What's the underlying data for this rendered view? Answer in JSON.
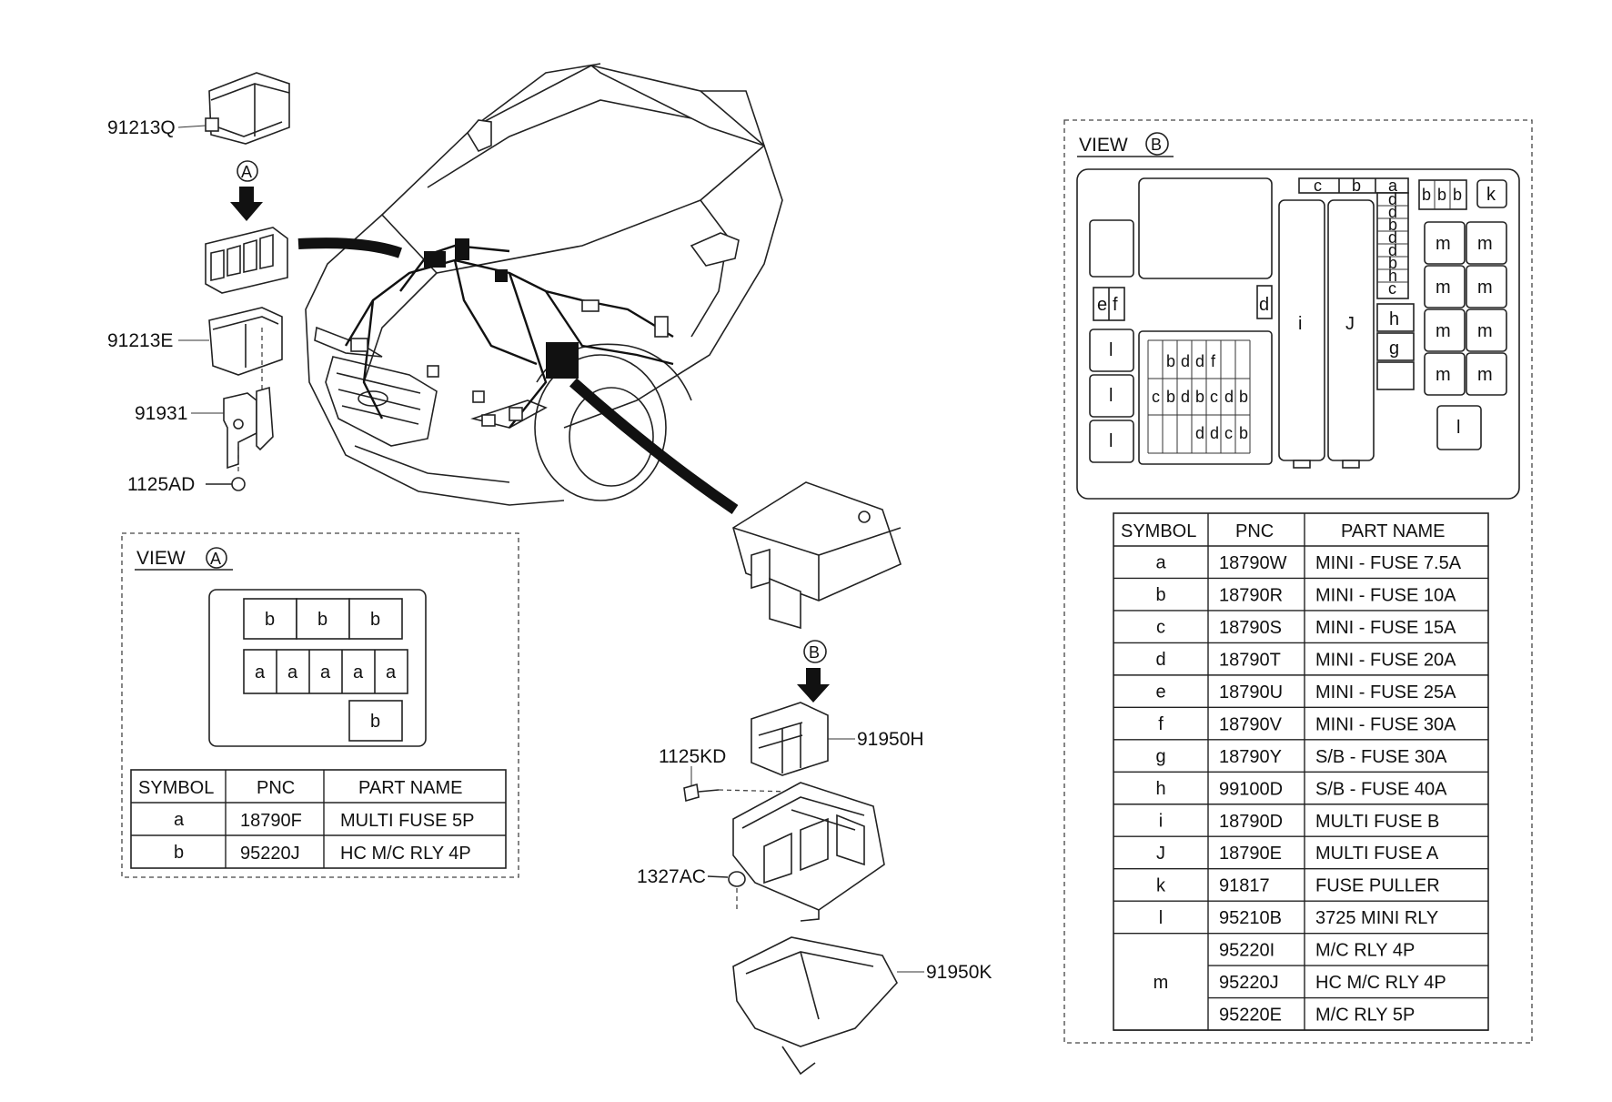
{
  "callouts": {
    "p91213Q": "91213Q",
    "p91213E": "91213E",
    "p91931": "91931",
    "p1125AD": "1125AD",
    "p91950H": "91950H",
    "p1125KD": "1125KD",
    "p1327AC": "1327AC",
    "p91950K": "91950K",
    "markerA": "A",
    "markerB": "B"
  },
  "viewA": {
    "title": "VIEW",
    "marker": "A",
    "layout": {
      "top_row": [
        "b",
        "b",
        "b"
      ],
      "mid_row": [
        "a",
        "a",
        "a",
        "a",
        "a"
      ],
      "bottom_row": [
        "b"
      ]
    },
    "table": {
      "headers": [
        "SYMBOL",
        "PNC",
        "PART NAME"
      ],
      "rows": [
        [
          "a",
          "18790F",
          "MULTI FUSE 5P"
        ],
        [
          "b",
          "95220J",
          "HC M/C RLY 4P"
        ]
      ]
    }
  },
  "viewB": {
    "title": "VIEW",
    "marker": "B",
    "layout": {
      "top_strip": [
        "c",
        "b",
        "a"
      ],
      "right_column": [
        "d",
        "d",
        "b",
        "d",
        "d",
        "b",
        "h",
        "c"
      ],
      "ef": [
        "e",
        "f"
      ],
      "d_small": "d",
      "left_l": [
        "l",
        "l",
        "l"
      ],
      "big_i": "i",
      "big_j": "J",
      "hg": [
        "h",
        "g"
      ],
      "top_right": [
        "b",
        "b",
        "b"
      ],
      "k": "k",
      "m_grid": [
        "m",
        "m",
        "m",
        "m",
        "m",
        "m",
        "m",
        "m"
      ],
      "l_bottom": "l",
      "grid_row1": [
        "b",
        "d",
        "d",
        "f"
      ],
      "grid_row2": [
        "c",
        "b",
        "d",
        "b",
        "c",
        "d",
        "b"
      ],
      "grid_row3": [
        "d",
        "d",
        "c",
        "b"
      ]
    },
    "table": {
      "headers": [
        "SYMBOL",
        "PNC",
        "PART NAME"
      ],
      "rows": [
        {
          "symbol": "a",
          "pnc": "18790W",
          "name": "MINI - FUSE 7.5A"
        },
        {
          "symbol": "b",
          "pnc": "18790R",
          "name": "MINI - FUSE 10A"
        },
        {
          "symbol": "c",
          "pnc": "18790S",
          "name": "MINI - FUSE 15A"
        },
        {
          "symbol": "d",
          "pnc": "18790T",
          "name": "MINI - FUSE 20A"
        },
        {
          "symbol": "e",
          "pnc": "18790U",
          "name": "MINI - FUSE 25A"
        },
        {
          "symbol": "f",
          "pnc": "18790V",
          "name": "MINI - FUSE 30A"
        },
        {
          "symbol": "g",
          "pnc": "18790Y",
          "name": "S/B - FUSE 30A"
        },
        {
          "symbol": "h",
          "pnc": "99100D",
          "name": "S/B - FUSE 40A"
        },
        {
          "symbol": "i",
          "pnc": "18790D",
          "name": "MULTI FUSE B"
        },
        {
          "symbol": "J",
          "pnc": "18790E",
          "name": "MULTI FUSE A"
        },
        {
          "symbol": "k",
          "pnc": "91817",
          "name": "FUSE PULLER"
        },
        {
          "symbol": "l",
          "pnc": "95210B",
          "name": "3725 MINI RLY"
        },
        {
          "symbol": "m",
          "pnc": "95220I",
          "name": "M/C RLY 4P"
        },
        {
          "symbol": "",
          "pnc": "95220J",
          "name": "HC M/C RLY 4P"
        },
        {
          "symbol": "",
          "pnc": "95220E",
          "name": "M/C RLY 5P"
        }
      ]
    }
  }
}
